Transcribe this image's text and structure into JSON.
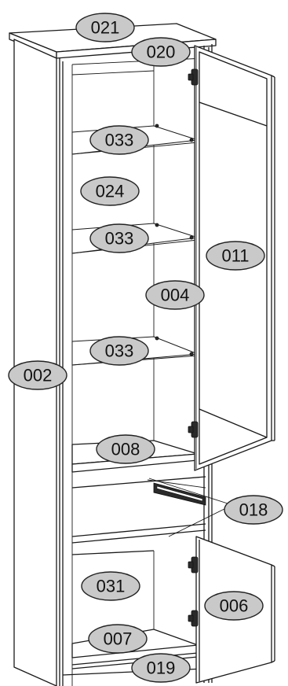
{
  "part_labels": [
    "021",
    "020",
    "033",
    "024",
    "033",
    "011",
    "004",
    "033",
    "002",
    "008",
    "018",
    "031",
    "006",
    "007",
    "019"
  ]
}
